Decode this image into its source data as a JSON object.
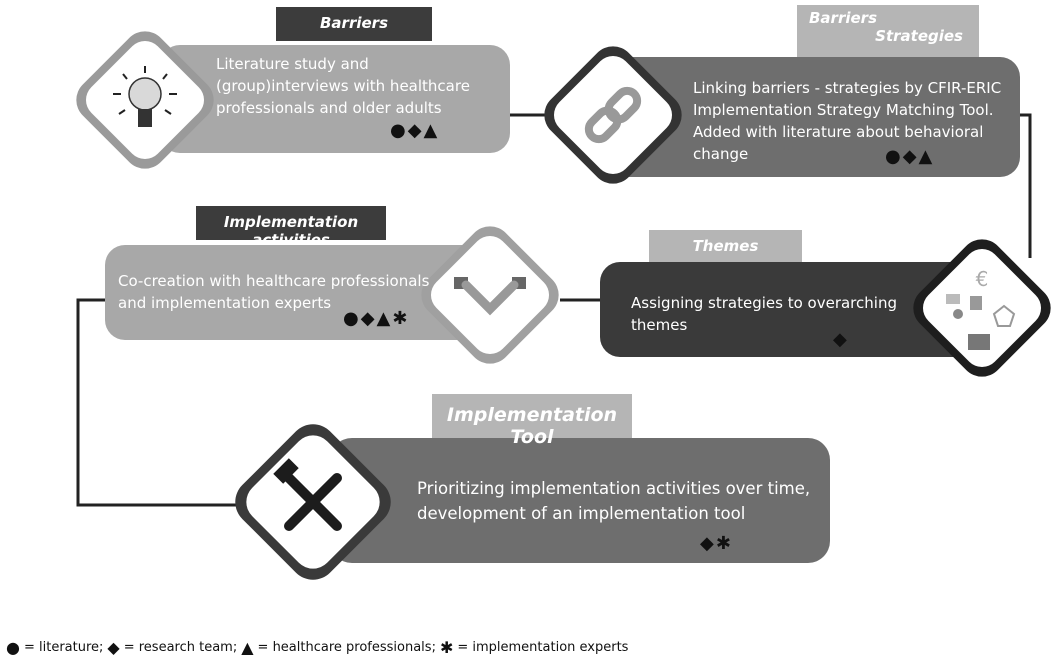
{
  "steps": [
    {
      "tab": "Barriers",
      "text": "Literature study and (group)interviews with healthcare professionals and older adults",
      "symbols": "●◆▲",
      "icon": "lightbulb-icon"
    },
    {
      "tab_from": "Barriers",
      "tab_to": "Strategies",
      "text": "Linking barriers - strategies by CFIR-ERIC Implementation Strategy Matching Tool. Added with literature about behavioral change",
      "symbols": "●◆▲",
      "icon": "chain-link-icon"
    },
    {
      "tab": "Themes",
      "text": "Assigning strategies to overarching themes",
      "symbols": "◆",
      "icon": "themes-collage-icon"
    },
    {
      "tab": "Implementation activities",
      "text": "Co-creation with healthcare professionals and implementation experts",
      "symbols": "●◆▲✱",
      "icon": "handshake-icon"
    },
    {
      "tab": "Implementation Tool",
      "text": "Prioritizing implementation activities over time, development of an implementation tool",
      "symbols": "◆✱",
      "icon": "hammer-wrench-icon"
    }
  ],
  "legend": [
    {
      "symbol": "●",
      "label": "= literature;"
    },
    {
      "symbol": "◆",
      "label": "= research team;"
    },
    {
      "symbol": "▲",
      "label": "= healthcare professionals;"
    },
    {
      "symbol": "✱",
      "label": " =  implementation experts"
    }
  ],
  "colors": {
    "light": "#a8a8a8",
    "mid": "#6e6e6e",
    "dark": "#3a3a3a",
    "tab_light": "#b5b5b5",
    "tab_dark": "#3c3c3c"
  }
}
